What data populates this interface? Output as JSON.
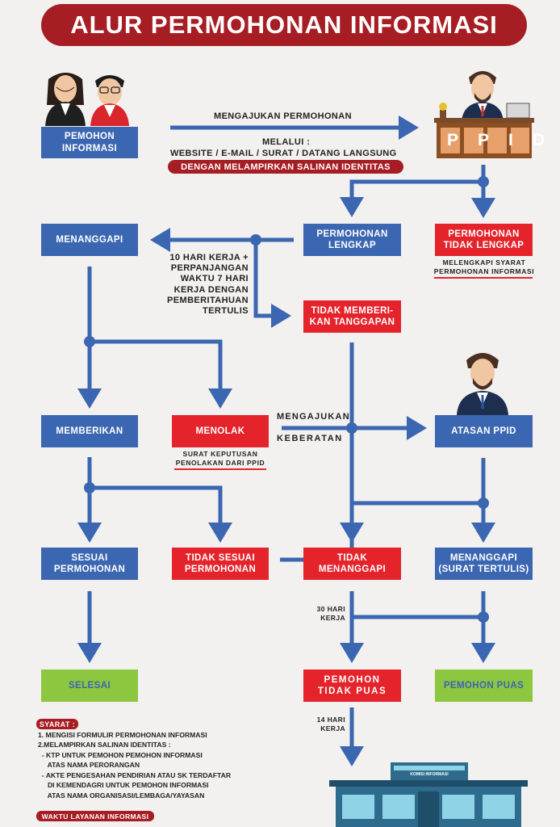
{
  "title": "ALUR PERMOHONAN INFORMASI",
  "colors": {
    "blue": "#3b66b1",
    "red": "#e5232b",
    "dark_red": "#a71d24",
    "green": "#8dc63f"
  },
  "nodes": {
    "pemohon_informasi": "PEMOHON\nINFORMASI",
    "ppid_sign": "PPID",
    "permohonan_lengkap": "PERMOHONAN\nLENGKAP",
    "permohonan_tidak_lengkap": "PERMOHONAN\nTIDAK LENGKAP",
    "menanggapi": "MENANGGAPI",
    "tidak_memberikan_tanggapan": "TIDAK MEMBERI-\nKAN TANGGAPAN",
    "memberikan": "MEMBERIKAN",
    "menolak": "MENOLAK",
    "atasan_ppid": "ATASAN PPID",
    "sesuai_permohonan": "SESUAI\nPERMOHONAN",
    "tidak_sesuai_permohonan": "TIDAK SESUAI\nPERMOHONAN",
    "tidak_menanggapi": "TIDAK\nMENANGGAPI",
    "menanggapi_surat_tertulis": "MENANGGAPI\n(SURAT TERTULIS)",
    "selesai": "SELESAI",
    "pemohon_tidak_puas": "PEMOHON\nTIDAK PUAS",
    "pemohon_puas": "PEMOHON PUAS"
  },
  "labels": {
    "mengajukan_permohonan": "MENGAJUKAN PERMOHONAN",
    "melalui": "MELALUI :",
    "channels": "WEBSITE / E-MAIL / SURAT / DATANG LANGSUNG",
    "dengan_salinan": "DENGAN MELAMPIRKAN SALINAN IDENTITAS",
    "melengkapi_syarat": "MELENGKAPI SYARAT\nPERMOHONAN INFORMASI",
    "hari_kerja_10": "10 HARI KERJA +\nPERPANJANGAN\nWAKTU 7 HARI\nKERJA DENGAN\nPEMBERITAHUAN\nTERTULIS",
    "surat_keputusan": "SURAT KEPUTUSAN\nPENOLAKAN DARI PPID",
    "mengajukan": "MENGAJUKAN",
    "keberatan": "KEBERATAN",
    "hari_kerja_30": "30 HARI\nKERJA",
    "hari_kerja_14": "14 HARI\nKERJA",
    "komisi_informasi": "KOMISI INFORMASI"
  },
  "syarat": {
    "heading": "SYARAT :",
    "items": [
      "1. MENGISI FORMULIR PERMOHONAN INFORMASI",
      "2.MELAMPIRKAN SALINAN IDENTITAS :",
      "  - KTP UNTUK PEMOHON PEMOHON INFORMASI",
      "     ATAS NAMA PERORANGAN",
      "  - AKTE PENGESAHAN PENDIRIAN ATAU SK TERDAFTAR",
      "     DI KEMENDAGRI UNTUK PEMOHON INFORMASI",
      "     ATAS NAMA ORGANISASI/LEMBAGA/YAYASAN"
    ],
    "waktu_layanan": "WAKTU LAYANAN INFORMASI"
  }
}
